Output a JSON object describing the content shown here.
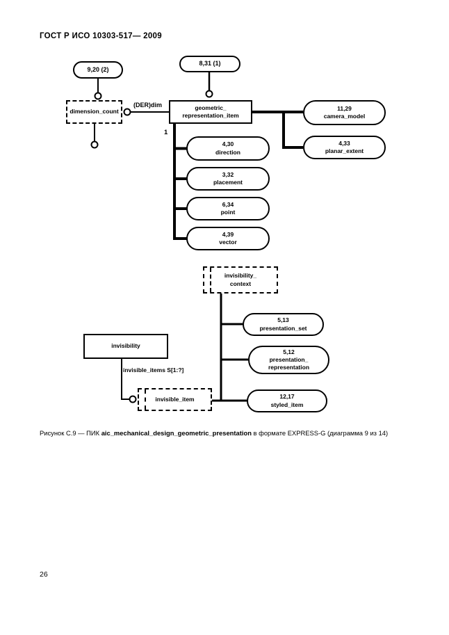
{
  "page": {
    "header": "ГОСТ Р ИСО 10303-517— 2009",
    "page_number": "26",
    "caption": {
      "prefix": "Рисунок С.9 — ПИК ",
      "bold": "aic_mechanical_design_geometric_presentation",
      "suffix": " в формате EXPRESS-G (диаграмма 9 из 14)"
    }
  },
  "diagram": {
    "notation": "EXPRESS-G",
    "nodes": {
      "ref_920": "9,20 (2)",
      "ref_831": "8,31 (1)",
      "dimension_count": "dimension_count",
      "geometric_representation_item": "geometric_\nrepresentation_item",
      "camera_model": "11,29\ncamera_model",
      "planar_extent": "4,33\nplanar_extent",
      "direction": "4,30\ndirection",
      "placement": "3,32\nplacement",
      "point": "6,34\npoint",
      "vector": "4,39\nvector",
      "invisibility_context": "invisibility_\ncontext",
      "presentation_set": "5,13\npresentation_set",
      "presentation_representation": "5,12\npresentation_\nrepresentation",
      "invisibility": "invisibility",
      "invisible_item": "invisible_item",
      "styled_item": "12,17\nstyled_item"
    },
    "labels": {
      "der_dim": "(DER)dim",
      "cardinality": "1",
      "invisible_items": "invisible_items S[1:?]"
    }
  }
}
